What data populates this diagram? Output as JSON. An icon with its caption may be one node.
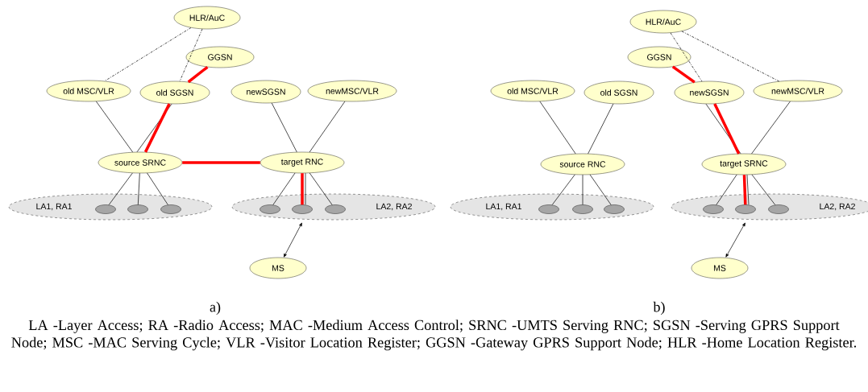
{
  "diagram": {
    "caption": "LA -Layer Access; RA -Radio Access; MAC -Medium Access Control; SRNC -UMTS Serving RNC; SGSN -Serving GPRS Support Node; MSC -MAC Serving Cycle; VLR -Visitor Location Register; GGSN -Gateway GPRS Support Node; HLR -Home Location Register.",
    "nodes": [
      {
        "text": [
          "HLR/AuC"
        ]
      },
      {
        "text": [
          "GGSN"
        ]
      },
      {
        "text": [
          "old MSC/VLR"
        ]
      },
      {
        "text": [
          "old SGSN"
        ]
      },
      {
        "text": [
          "newSGSN"
        ]
      },
      {
        "text": [
          "newMSC/VLR"
        ]
      },
      {
        "text": [
          "source SRNC"
        ]
      },
      {
        "text": [
          "target RNC"
        ]
      },
      {
        "text": [
          "LA1, RA1"
        ]
      },
      {
        "text": [],
        "shape": "circle",
        "in": 8
      },
      {
        "text": [],
        "shape": "circle",
        "in": 8
      },
      {
        "text": [],
        "shape": "circle",
        "in": 8
      },
      {
        "text": [
          "LA2, RA2"
        ]
      },
      {
        "text": [],
        "shape": "circle",
        "in": 12
      },
      {
        "text": [],
        "shape": "circle",
        "in": 12
      },
      {
        "text": [],
        "shape": "circle",
        "in": 12
      },
      {
        "text": [
          "MS"
        ]
      },
      {
        "text": [
          "HLR/AuC"
        ]
      },
      {
        "text": [
          "GGSN"
        ]
      },
      {
        "text": [
          "old MSC/VLR"
        ]
      },
      {
        "text": [
          "old SGSN"
        ]
      },
      {
        "text": [
          "newSGSN"
        ]
      },
      {
        "text": [
          "newMSC/VLR"
        ]
      },
      {
        "text": [
          "source RNC"
        ]
      },
      {
        "text": [
          "target SRNC"
        ]
      },
      {
        "text": [
          "LA1, RA1"
        ]
      },
      {
        "text": [],
        "shape": "circle",
        "in": 25
      },
      {
        "text": [],
        "shape": "circle",
        "in": 25
      },
      {
        "text": [],
        "shape": "circle",
        "in": 25
      },
      {
        "text": [
          "LA2, RA2"
        ]
      },
      {
        "text": [],
        "shape": "circle",
        "in": 29
      },
      {
        "text": [],
        "shape": "circle",
        "in": 29
      },
      {
        "text": [],
        "shape": "circle",
        "in": 29
      },
      {
        "text": [
          "MS"
        ]
      }
    ],
    "edges": [
      {
        "from": 0,
        "to": 2,
        "arrow": "none",
        "style": "dashed"
      },
      {
        "from": 0,
        "to": 3,
        "arrow": "none",
        "style": "dashed"
      },
      {
        "from": 1,
        "to": 3,
        "arrow": "none",
        "style": "thick",
        "color": "#ff0000"
      },
      {
        "from": 2,
        "to": 6,
        "arrow": "none"
      },
      {
        "from": 3,
        "to": 6,
        "arrow": "none"
      },
      {
        "from": 3,
        "to": 6,
        "arrow": "none",
        "style": "thick",
        "color": "#ff0000"
      },
      {
        "from": 6,
        "to": 7,
        "arrow": "none",
        "style": "thick",
        "color": "#ff0000"
      },
      {
        "from": 4,
        "to": 7,
        "arrow": "none"
      },
      {
        "from": 5,
        "to": 7,
        "arrow": "none"
      },
      {
        "from": 6,
        "to": 9,
        "arrow": "none"
      },
      {
        "from": 6,
        "to": 10,
        "arrow": "none"
      },
      {
        "from": 6,
        "to": 11,
        "arrow": "none"
      },
      {
        "from": 7,
        "to": 13,
        "arrow": "none"
      },
      {
        "from": 7,
        "to": 14,
        "arrow": "none"
      },
      {
        "from": 7,
        "to": 14,
        "arrow": "none",
        "style": "thick",
        "color": "#ff0000"
      },
      {
        "from": 7,
        "to": 15,
        "arrow": "none"
      },
      {
        "from": 14,
        "to": 16,
        "arrow": "both"
      },
      {
        "from": 17,
        "to": 21,
        "arrow": "none",
        "style": "dashed"
      },
      {
        "from": 17,
        "to": 22,
        "arrow": "none",
        "style": "dashed"
      },
      {
        "from": 18,
        "to": 21,
        "arrow": "none",
        "style": "thick",
        "color": "#ff0000"
      },
      {
        "from": 19,
        "to": 23,
        "arrow": "none"
      },
      {
        "from": 20,
        "to": 23,
        "arrow": "none"
      },
      {
        "from": 21,
        "to": 24,
        "arrow": "none"
      },
      {
        "from": 21,
        "to": 24,
        "arrow": "none",
        "style": "thick",
        "color": "#ff0000"
      },
      {
        "from": 22,
        "to": 24,
        "arrow": "none"
      },
      {
        "from": 23,
        "to": 26,
        "arrow": "none"
      },
      {
        "from": 23,
        "to": 27,
        "arrow": "none"
      },
      {
        "from": 23,
        "to": 28,
        "arrow": "none"
      },
      {
        "from": 24,
        "to": 30,
        "arrow": "none"
      },
      {
        "from": 24,
        "to": 31,
        "arrow": "none"
      },
      {
        "from": 24,
        "to": 31,
        "arrow": "none",
        "style": "thick",
        "color": "#ff0000"
      },
      {
        "from": 24,
        "to": 32,
        "arrow": "none"
      },
      {
        "from": 31,
        "to": 33,
        "arrow": "both"
      }
    ],
    "labels": [
      "a)",
      "b)"
    ]
  }
}
